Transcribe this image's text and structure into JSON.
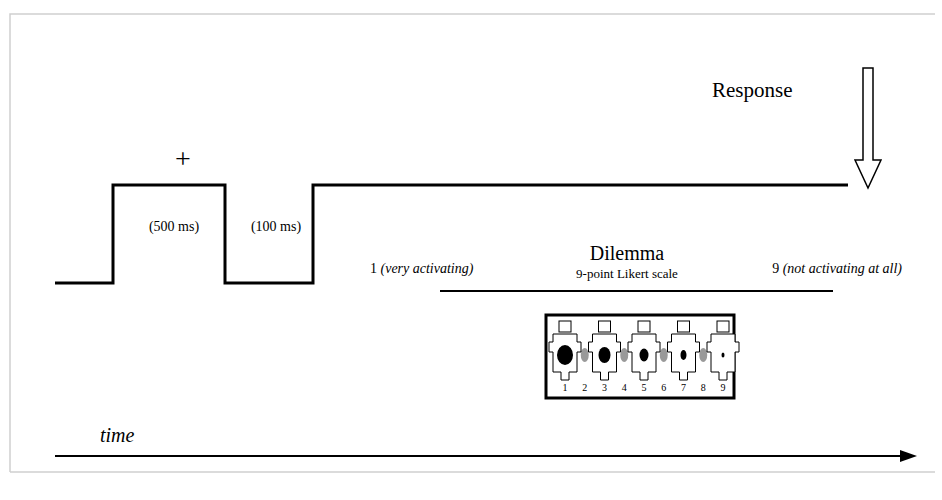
{
  "diagram": {
    "labels": [
      "Response",
      "+",
      "(500 ms)",
      "(100 ms)",
      "Dilemma",
      "9-point Likert scale",
      "1 (very activating)",
      "9 (not activating at all)",
      "1",
      "2",
      "3",
      "4",
      "5",
      "6",
      "7",
      "8",
      "9",
      "time"
    ]
  }
}
